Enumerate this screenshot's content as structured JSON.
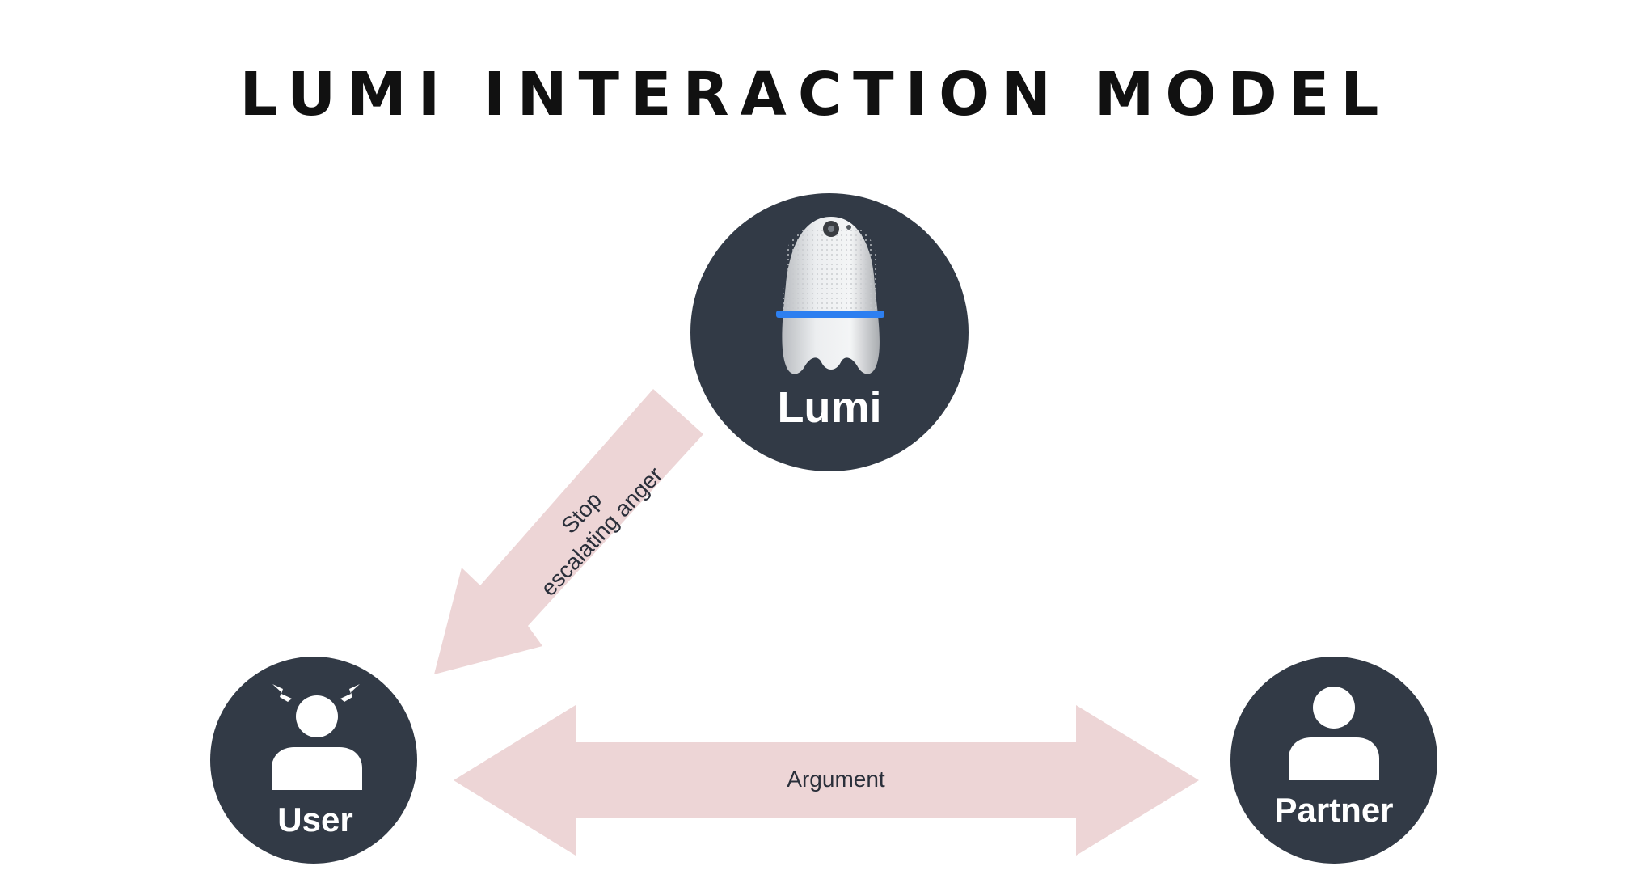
{
  "title": "LUMI INTERACTION MODEL",
  "nodes": {
    "lumi": {
      "label": "Lumi"
    },
    "user": {
      "label": "User"
    },
    "partner": {
      "label": "Partner"
    }
  },
  "arrows": {
    "lumi_to_user": {
      "label_line1": "Stop",
      "label_line2": "escalating anger"
    },
    "user_partner": {
      "label": "Argument"
    }
  },
  "colors": {
    "node_fill": "#323a46",
    "arrow_fill": "#edd5d6",
    "robot_band": "#2d7ff0",
    "text_light": "#ffffff",
    "text_dark": "#2a2f3a"
  },
  "icons": {
    "lumi": "robot-icon",
    "user": "angry-person-icon",
    "partner": "person-icon"
  }
}
